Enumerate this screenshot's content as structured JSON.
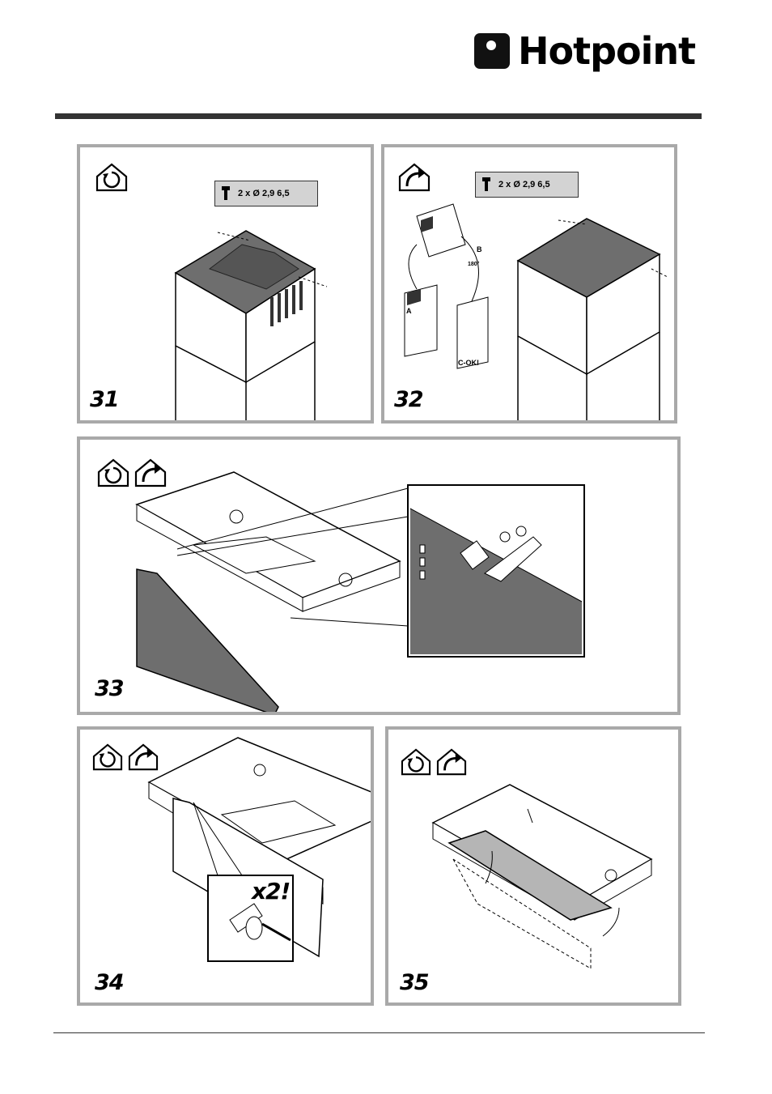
{
  "brand": {
    "name": "Hotpoint"
  },
  "figures": [
    {
      "number": "31",
      "screw_spec": "2 x  Ø 2,9 6,5",
      "icons": [
        "recirculation-icon"
      ]
    },
    {
      "number": "32",
      "screw_spec": "2 x  Ø 2,9 6,5",
      "icons": [
        "ducted-exhaust-icon"
      ],
      "labels": {
        "a": "A",
        "b": "B",
        "angle": "180°",
        "c": "C-OK!"
      }
    },
    {
      "number": "33",
      "icons": [
        "recirculation-icon",
        "ducted-exhaust-icon"
      ]
    },
    {
      "number": "34",
      "icons": [
        "recirculation-icon",
        "ducted-exhaust-icon"
      ],
      "callout": "x2!"
    },
    {
      "number": "35",
      "icons": [
        "recirculation-icon",
        "ducted-exhaust-icon"
      ]
    }
  ],
  "colors": {
    "frame": "#a9a9a9",
    "dark_fill": "#6e6e6e",
    "light_fill": "#b5b5b5",
    "rule": "#333333"
  }
}
